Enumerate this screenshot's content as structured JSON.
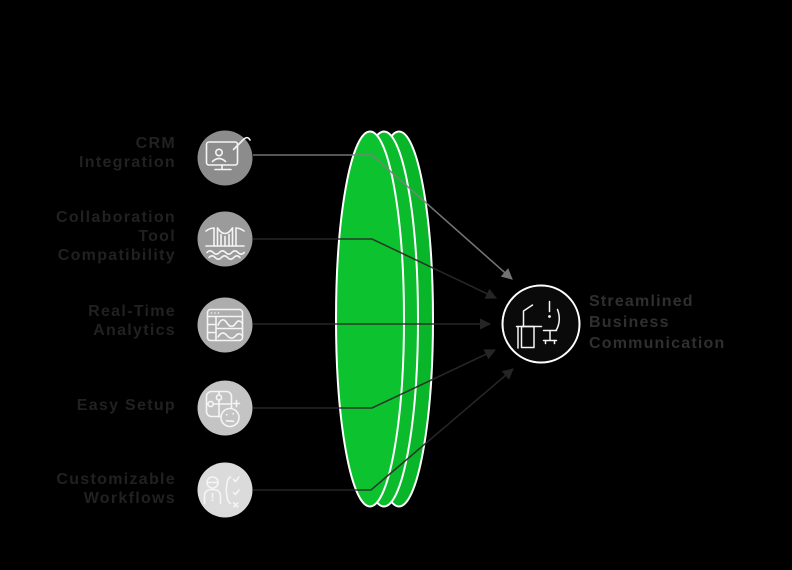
{
  "canvas": {
    "background": "#000000"
  },
  "diagram": {
    "type": "lens-funnel-infographic",
    "label_color": "#212121",
    "features": [
      {
        "label": "CRM\nIntegration",
        "icon": "crm-monitor-hand-icon",
        "circle_color": "#8C8C8C"
      },
      {
        "label": "Collaboration\nTool\nCompatibility",
        "icon": "suspension-bridge-icon",
        "circle_color": "#9B9B9B"
      },
      {
        "label": "Real-Time\nAnalytics",
        "icon": "analytics-dashboard-icon",
        "circle_color": "#ADADAD"
      },
      {
        "label": "Easy Setup",
        "icon": "puzzle-smiley-icon",
        "circle_color": "#C4C4C4"
      },
      {
        "label": "Customizable\nWorkflows",
        "icon": "person-checklist-icon",
        "circle_color": "#DBDBDB"
      }
    ],
    "lens": {
      "front_color": "#0CC32F",
      "mid_color": "#0ABC2C",
      "back_color": "#09B529",
      "outline_color": "#FFFFFF"
    },
    "connectors": {
      "highlight_color": "#7F7F7F",
      "default_color": "#2A2A2A"
    },
    "result": {
      "label": "Streamlined\nBusiness\nCommunication",
      "icon": "office-workspace-icon",
      "circle_fill": "#0A0A0A",
      "circle_outline": "#FFFFFF"
    }
  }
}
